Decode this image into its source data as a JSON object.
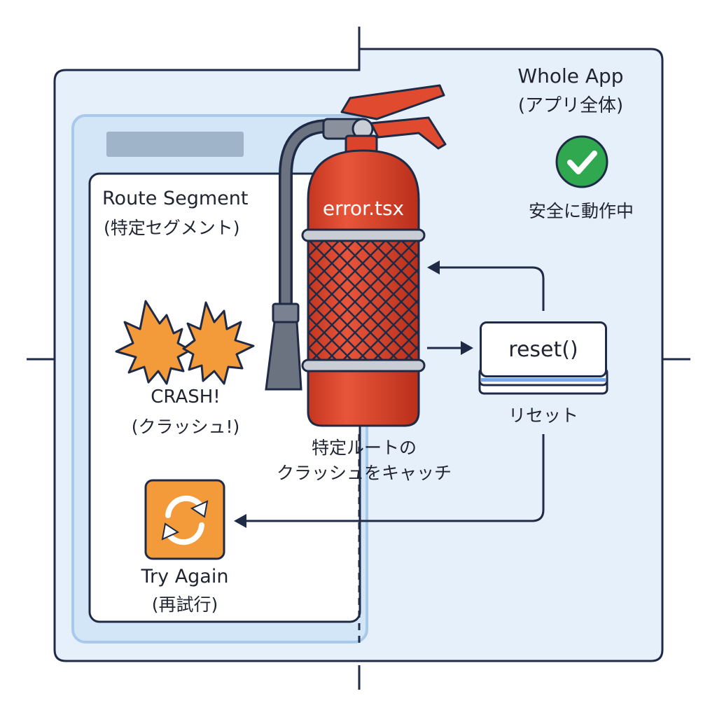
{
  "whole_app": {
    "title": "Whole App",
    "subtitle": "(アプリ全体)",
    "status": "安全に動作中",
    "status_icon": "check-circle-icon",
    "status_color": "#2fa84f"
  },
  "route_segment": {
    "title": "Route Segment",
    "subtitle": "(特定セグメント)"
  },
  "crash": {
    "label": "CRASH!",
    "sublabel": "(クラッシュ!)",
    "icon": "explosion-icon",
    "color": "#f39a3a"
  },
  "extinguisher": {
    "label": "error.tsx",
    "caption_line1": "特定ルートの",
    "caption_line2": "クラッシュをキャッチ",
    "color": "#d9442b"
  },
  "reset": {
    "label": "reset()",
    "caption": "リセット"
  },
  "try_again": {
    "label": "Try Again",
    "sublabel": "(再試行)",
    "icon": "refresh-icon",
    "color": "#f39a3a"
  },
  "colors": {
    "outline": "#1f2b46",
    "panel_fill": "#e6f0fb",
    "segment_fill": "#d2e6f8"
  }
}
